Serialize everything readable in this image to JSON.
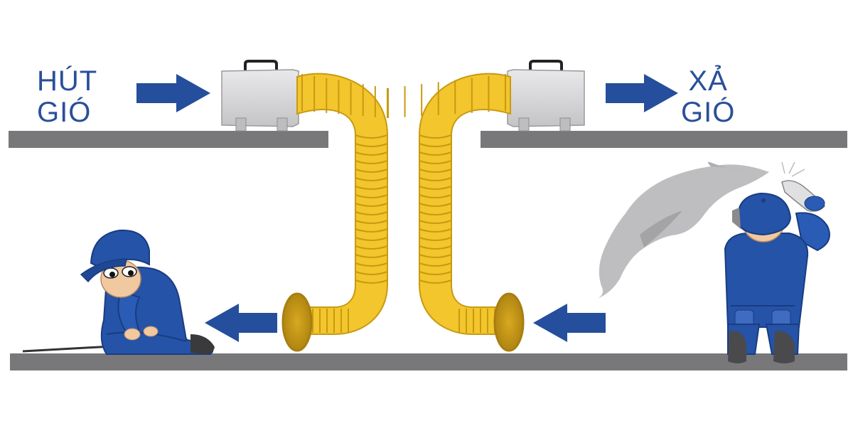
{
  "labels": {
    "intake": {
      "line1": "HÚT",
      "line2": "GIÓ"
    },
    "exhaust": {
      "line1": "XẢ",
      "line2": "GIÓ"
    }
  },
  "colors": {
    "floor": "#78787a",
    "arrow": "#254e9c",
    "hose": "#f2c62c",
    "hose_rib": "#c89a12",
    "fan_body": "#d9d9db",
    "uniform": "#2553a8",
    "smoke": "#b9b9bb"
  },
  "icons": [
    "intake-fan-icon",
    "exhaust-fan-icon",
    "flexible-duct-icon",
    "worker-icon",
    "smoke-icon",
    "arrow-right-icon",
    "arrow-left-icon"
  ]
}
